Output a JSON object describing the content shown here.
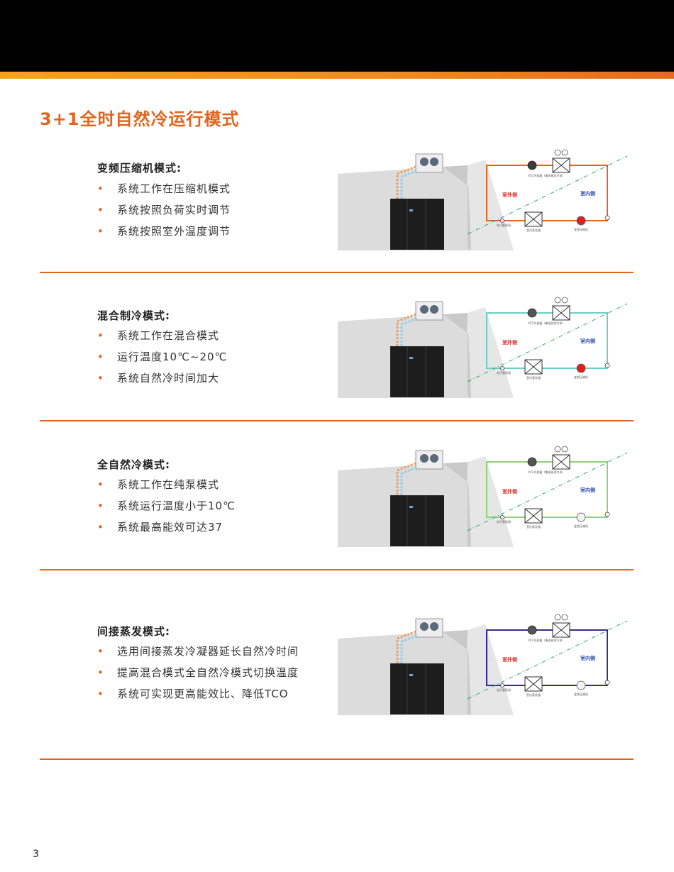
{
  "header": {
    "title": "3+1全时自然冷运行模式"
  },
  "sections": [
    {
      "title": "变频压缩机模式:",
      "bullets": [
        "系统工作在压缩机模式",
        "系统按照负荷实时调节",
        "系统按照室外温度调节"
      ],
      "loop_color": "#e2651f",
      "diagram": {
        "outdoor": "室外侧",
        "indoor": "室内侧",
        "outdoor_unit": "VCC外部器（集成蒸发冷却）",
        "valve": "电子膨胀阀",
        "indoor_coil": "室内蒸发器",
        "compressor": "变频压缩机"
      }
    },
    {
      "title": "混合制冷模式:",
      "bullets": [
        "系统工作在混合模式",
        "运行温度10℃~20℃",
        "系统自然冷时间加大"
      ],
      "loop_color": "#6ccfc3",
      "diagram": {
        "outdoor": "室外侧",
        "indoor": "室内侧",
        "outdoor_unit": "VCC外部器（集成蒸发冷却）",
        "valve": "电子膨胀阀",
        "indoor_coil": "室内蒸发器",
        "compressor": "变频压缩机"
      }
    },
    {
      "title": "全自然冷模式:",
      "bullets": [
        "系统工作在纯泵模式",
        "系统运行温度小于10℃",
        "系统最高能效可达37"
      ],
      "loop_color": "#8fd27a",
      "diagram": {
        "outdoor": "室外侧",
        "indoor": "室内侧",
        "outdoor_unit": "VCC外部器（集成蒸发冷却）",
        "valve": "电子膨胀阀",
        "indoor_coil": "室内蒸发器",
        "compressor": "变频压缩机"
      }
    },
    {
      "title": "间接蒸发模式:",
      "bullets": [
        "选用间接蒸发冷凝器延长自然冷时间",
        "提高混合模式全自然冷模式切换温度",
        "系统可实现更高能效比、降低TCO"
      ],
      "loop_color": "#3c2a8a",
      "diagram": {
        "outdoor": "室外侧",
        "indoor": "室内侧",
        "outdoor_unit": "VCC外部器（集成蒸发冷却）",
        "valve": "电子膨胀阀",
        "indoor_coil": "室内蒸发器",
        "compressor": "变频压缩机"
      }
    }
  ],
  "footer": {
    "page_number": "3"
  }
}
